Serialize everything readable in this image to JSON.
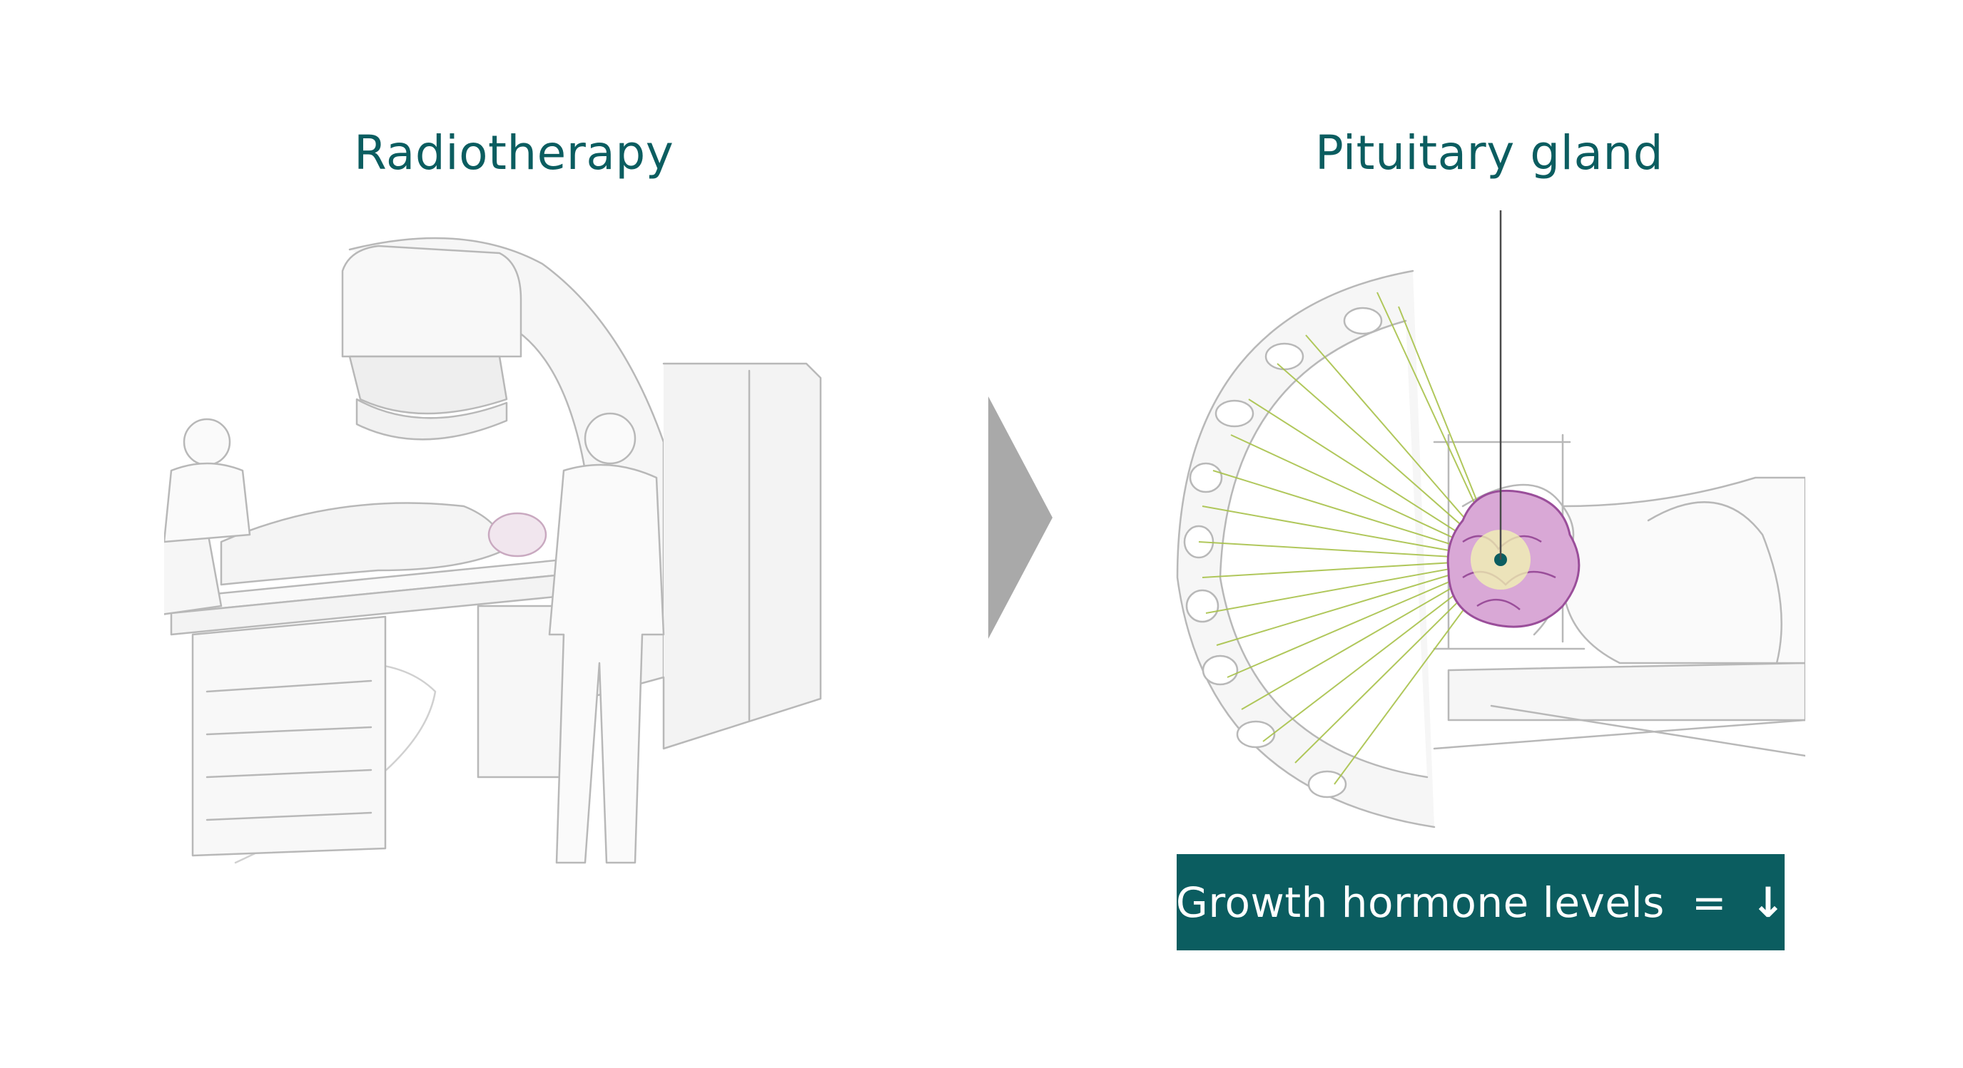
{
  "panels": {
    "left": {
      "title": "Radiotherapy"
    },
    "right": {
      "title": "Pituitary gland"
    }
  },
  "result": {
    "label": "Growth hormone levels",
    "equals": "=",
    "arrow": "↓"
  },
  "colors": {
    "accent": "#0b5d60",
    "arrow_gray": "#a9a9a9",
    "line_gray": "#b8b8b8",
    "beam_green": "#a8c24a",
    "brain_purple": "#b070b0"
  },
  "icons": {
    "transition": "chevron-right-icon",
    "result_direction": "arrow-down-icon"
  }
}
